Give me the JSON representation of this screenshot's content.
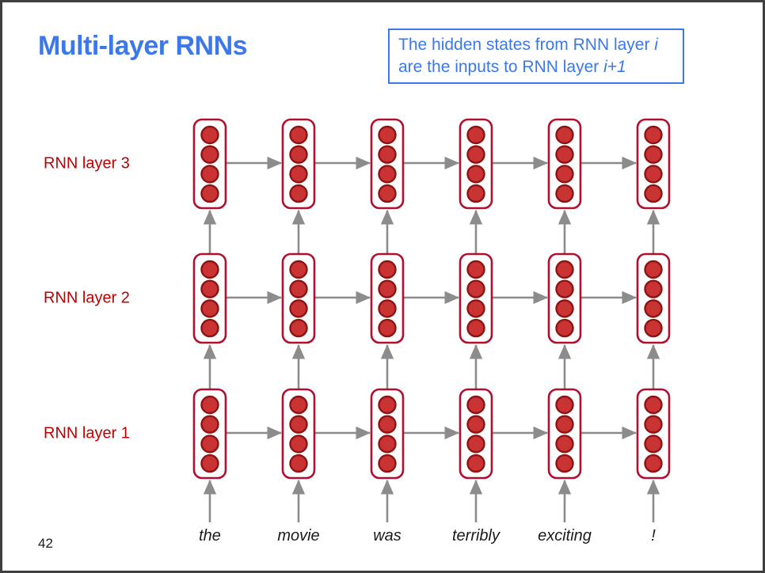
{
  "slide": {
    "title": "Multi-layer RNNs",
    "page_number": "42"
  },
  "callout": {
    "line1_text": "The hidden states from RNN layer ",
    "line1_italic": "i",
    "line2_text": "are the inputs to RNN layer ",
    "line2_italic": "i+1"
  },
  "diagram": {
    "layer_labels": [
      "RNN layer 3",
      "RNN layer 2",
      "RNN layer 1"
    ],
    "words": [
      "the",
      "movie",
      "was",
      "terribly",
      "exciting",
      "!"
    ],
    "units_per_cell": 4,
    "num_layers": 3,
    "num_timesteps": 6
  },
  "colors": {
    "accent_blue": "#3c78e8",
    "label_red": "#c00000",
    "cell_border": "#b0102f",
    "unit_fill": "#c93333",
    "unit_stroke": "#8e1313",
    "arrow_gray": "#8c8c8c",
    "slide_border": "#3f3f3f",
    "text_black": "#1a1a1a"
  }
}
